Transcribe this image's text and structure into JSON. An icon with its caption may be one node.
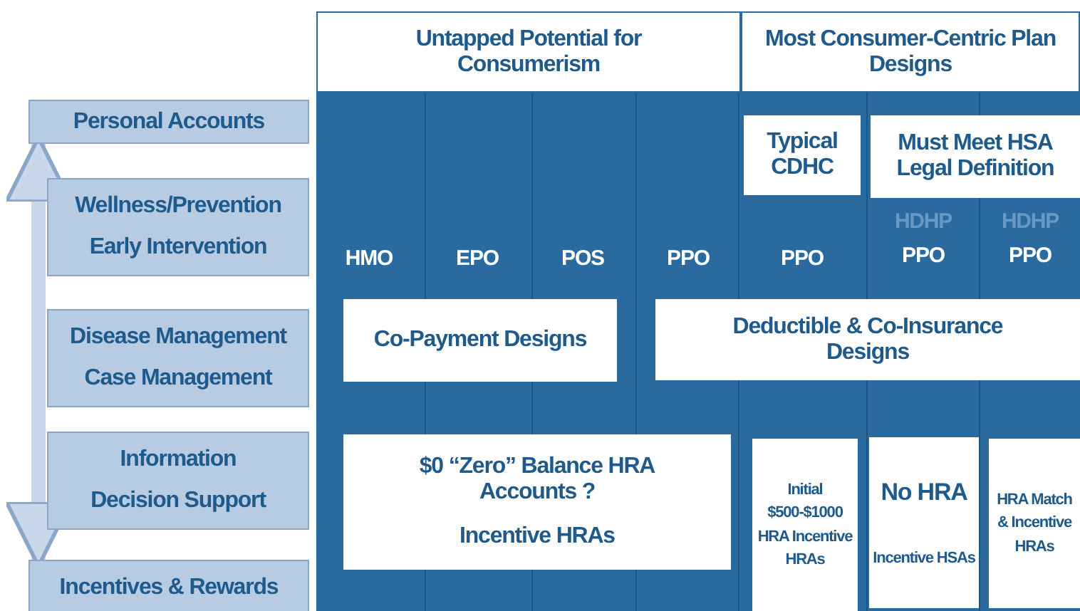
{
  "diagram": {
    "nodes": [
      {
        "text": [
          "Personal Accounts"
        ]
      },
      {
        "text": [
          "Wellness/Prevention",
          "Early Intervention"
        ]
      },
      {
        "text": [
          "Disease Management",
          "Case Management"
        ]
      },
      {
        "text": [
          "Information",
          "Decision Support"
        ]
      },
      {
        "text": [
          "Incentives & Rewards"
        ]
      },
      {
        "text": [
          "Untapped Potential for Consumerism"
        ]
      },
      {
        "text": [
          "Most Consumer-Centric Plan Designs"
        ]
      },
      {
        "text": [
          "Typical CDHC"
        ]
      },
      {
        "text": [
          "Must Meet HSA Legal Definition"
        ]
      },
      {
        "text": [
          "Co-Payment Designs"
        ]
      },
      {
        "text": [
          "Deductible & Co-Insurance Designs"
        ]
      },
      {
        "text": [
          "$0 “Zero” Balance HRA Accounts ?",
          "Incentive HRAs"
        ]
      },
      {
        "text": [
          "Initial $500-$1000 HRA Incentive HRAs"
        ]
      },
      {
        "text": [
          "No HRA",
          "Incentive HSAs"
        ]
      },
      {
        "text": [
          "HRA Match & Incentive HRAs"
        ]
      }
    ],
    "edges": [
      {
        "from": 0,
        "to": 4,
        "arrow": "both"
      }
    ],
    "labels": [
      "HDHP",
      "HDHP",
      "HMO",
      "EPO",
      "POS",
      "PPO",
      "PPO",
      "PPO",
      "PPO"
    ]
  }
}
